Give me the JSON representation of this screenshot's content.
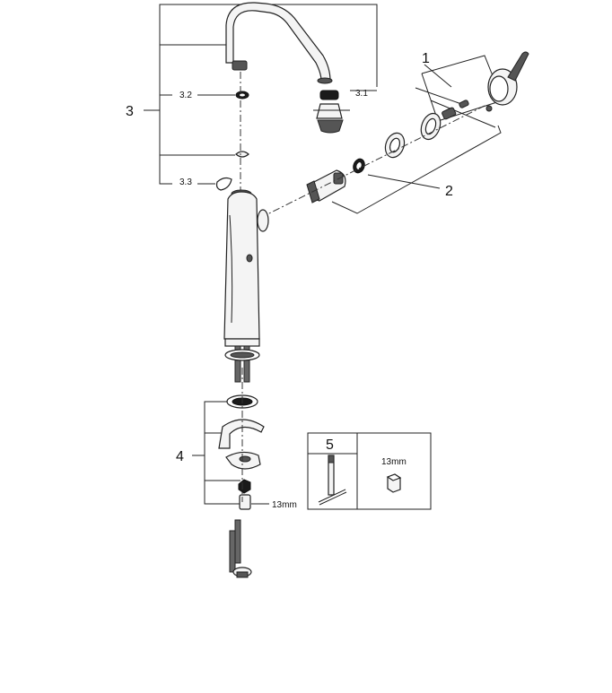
{
  "callouts": {
    "set_1": "1",
    "set_2": "2",
    "set_3": "3",
    "set_3_1": "3.1",
    "set_3_2": "3.2",
    "set_3_3": "3.3",
    "set_4": "4",
    "set_4_wrench": "13mm"
  },
  "tool_box": {
    "number": "5",
    "wrench_size": "13mm"
  }
}
